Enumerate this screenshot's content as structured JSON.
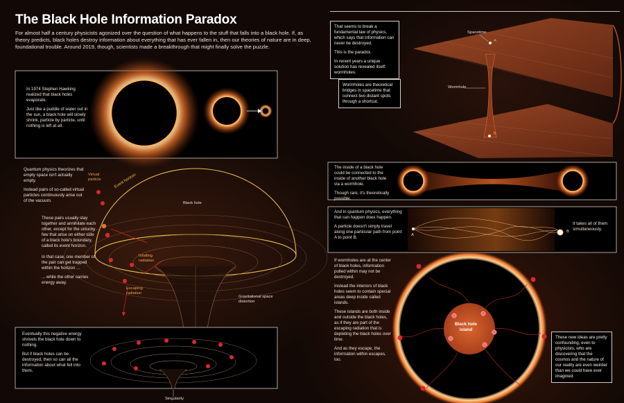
{
  "title": "The Black Hole Information Paradox",
  "intro": "For almost half a century physicists agonized over the question of what happens to the stuff that falls into a black hole. If, as theory predicts, black holes destroy information about everything that has ever fallen in, then our theories of nature are in deep, foundational trouble. Around 2019, though, scientists made a breakthrough that might finally solve the puzzle.",
  "hawking": {
    "p1": "In 1974 Stephen Hawking realized that black holes evaporate.",
    "p2": "Just like a puddle of water out in the sun, a black hole will slowly shrink, particle by particle, until nothing is left at all."
  },
  "quantum": {
    "p1": "Quantum physics theorizes that empty space isn't actually empty.",
    "p2": "Instead pairs of so-called virtual particles continuously arise out of the vacuum."
  },
  "pairs": {
    "p1": "These pairs usually stay together and annihilate each other, except for the unlucky few that arise on either side of a black hole's boundary, called its event horizon.",
    "p2": "In that case, one member of the pair can get trapped within the horizon ...",
    "p3": "... while the other carries energy away."
  },
  "shrink": {
    "p1": "Eventually this negative energy shrivels the black hole down to nothing.",
    "p2": "But if black holes can be destroyed, then so can all the information about what fell into them."
  },
  "labels": {
    "virtual_particle": "Virtual\nparticle",
    "event_horizon": "Event horizon",
    "black_hole": "Black hole",
    "infalling": "Infalling\nradiation",
    "escaping": "Escaping\nradiation",
    "distortion": "Gravitational space\ndistortion",
    "singularity": "Singularity",
    "spacetime": "Spacetime",
    "wormhole": "Wormhole",
    "point_a": "A",
    "point_b": "B",
    "black_hole_island": "Black hole\nisland"
  },
  "paradox": {
    "p1": "That seems to break a fundamental law of physics, which says that information can never be destroyed.",
    "p2": "This is the paradox.",
    "p3": "In recent years a unique solution has revealed itself: wormholes."
  },
  "wormhole_box": "Wormholes are theoretical bridges in spacetime that connect two distant spots through a shortcut.",
  "connected": {
    "p1": "The inside of a black hole could be connected to the inside of another black hole via a wormhole.",
    "p2": "Though rare, it's theoretically possible."
  },
  "qpaths": {
    "p1": "And in quantum physics, everything that can happen does happen.",
    "p2": "A particle doesn't simply travel along one particular path from point A to point B.",
    "right": "It takes all of them simultaneously."
  },
  "islands": {
    "p1": "If wormholes are at the center of black holes, information pulled within may not be destroyed.",
    "p2": "Instead the interiors of black holes seem to contain special areas deep inside called islands.",
    "p3": "These islands are both inside and outside the black holes, as if they are part of the escaping radiation that is depleting the black holes over time.",
    "p4": "And as they escape, the information within escapes, too."
  },
  "final_box": "These new ideas are pretty confounding, even to physicists, who are discovering that the cosmos and the nature of our reality are even weirder than we could have ever imagined.",
  "colors": {
    "accent_orange": "#e8772e",
    "particle_red": "#d9282f",
    "event_horizon_yellow": "#e8c04a",
    "background": "#120906"
  }
}
